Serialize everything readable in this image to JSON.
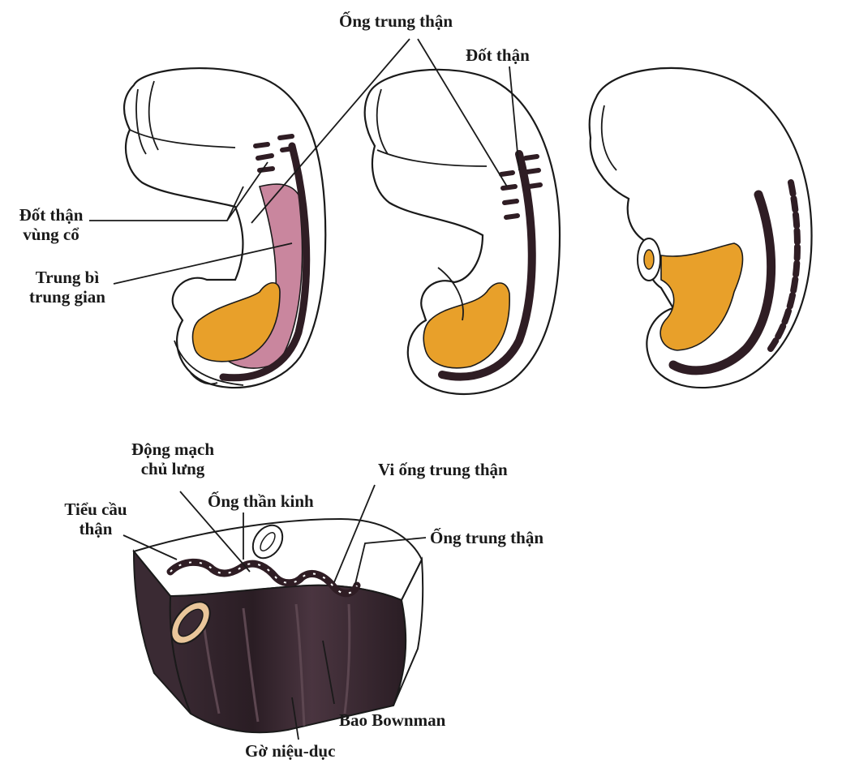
{
  "top_labels": {
    "mesonephric_duct": "Ống trung thận",
    "nephrotome": "Đốt thận",
    "cervical_nephrotome_line1": "Đốt thận",
    "cervical_nephrotome_line2": "vùng cổ",
    "intermediate_mesoderm_line1": "Trung bì",
    "intermediate_mesoderm_line2": "trung gian"
  },
  "bottom_labels": {
    "dorsal_aorta_line1": "Động mạch",
    "dorsal_aorta_line2": "chủ lưng",
    "neural_tube": "Ống thần kinh",
    "mesonephric_tubule": "Vi ống trung thận",
    "glomerulus_line1": "Tiểu cầu",
    "glomerulus_line2": "thận",
    "mesonephric_duct": "Ống trung thận",
    "bowman_capsule": "Bao Bownman",
    "urogenital_ridge": "Gờ niệu-dục"
  },
  "colors": {
    "outline": "#1a1a1a",
    "dark_tissue": "#2f1d24",
    "orange_tissue": "#e8a02a",
    "pink_mesoderm": "#c9869e"
  }
}
